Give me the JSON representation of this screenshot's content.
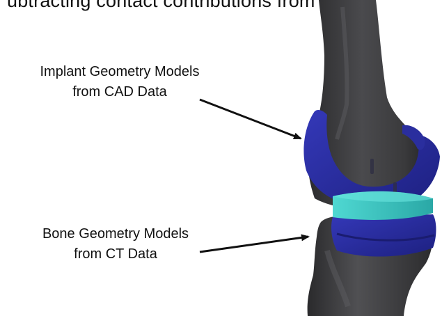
{
  "header": {
    "partial_text": "ubtracting contact contributions from the"
  },
  "labels": {
    "implant_line1": "Implant Geometry Models",
    "implant_line2": "from CAD Data",
    "bone_line1": "Bone Geometry Models",
    "bone_line2": "from CT Data"
  },
  "colors": {
    "bone": "#3a3a3c",
    "implant_blue": "#2a2e9e",
    "implant_cyan": "#3ec8c4",
    "arrow": "#111111"
  }
}
